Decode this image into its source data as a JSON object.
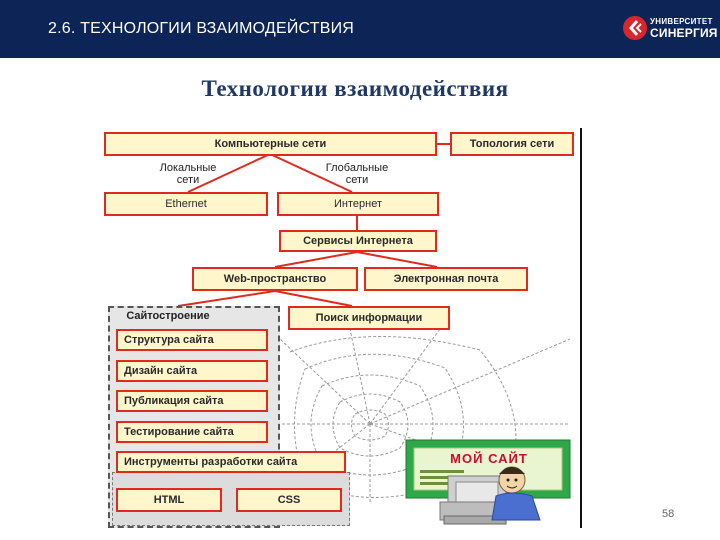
{
  "header": {
    "title": "2.6. ТЕХНОЛОГИИ ВЗАИМОДЕЙСТВИЯ"
  },
  "logo": {
    "line1": "УНИВЕРСИТЕТ",
    "line2": "СИНЕРГИЯ"
  },
  "slide": {
    "title": "Технологии взаимодействия",
    "page_number": "58"
  },
  "diagram": {
    "computer_networks": "Компьютерные сети",
    "topology": "Топология сети",
    "local_label_1": "Локальные",
    "local_label_2": "сети",
    "global_label_1": "Глобальные",
    "global_label_2": "сети",
    "ethernet": "Ethernet",
    "internet": "Интернет",
    "internet_services": "Сервисы Интернета",
    "web_space": "Web-пространство",
    "email": "Электронная почта",
    "site_building": "Сайтостроение",
    "info_search": "Поиск информации",
    "site_structure": "Структура сайта",
    "site_design": "Дизайн сайта",
    "site_publishing": "Публикация сайта",
    "site_testing": "Тестирование сайта",
    "dev_tools": "Инструменты разработки сайта",
    "html": "HTML",
    "css": "CSS",
    "my_site": "МОЙ САЙТ"
  },
  "colors": {
    "header_bg": "#0d2456",
    "box_border": "#e02a1e",
    "box_fill": "#fff6cc",
    "title": "#1f3864",
    "logo_red": "#d9262c"
  }
}
